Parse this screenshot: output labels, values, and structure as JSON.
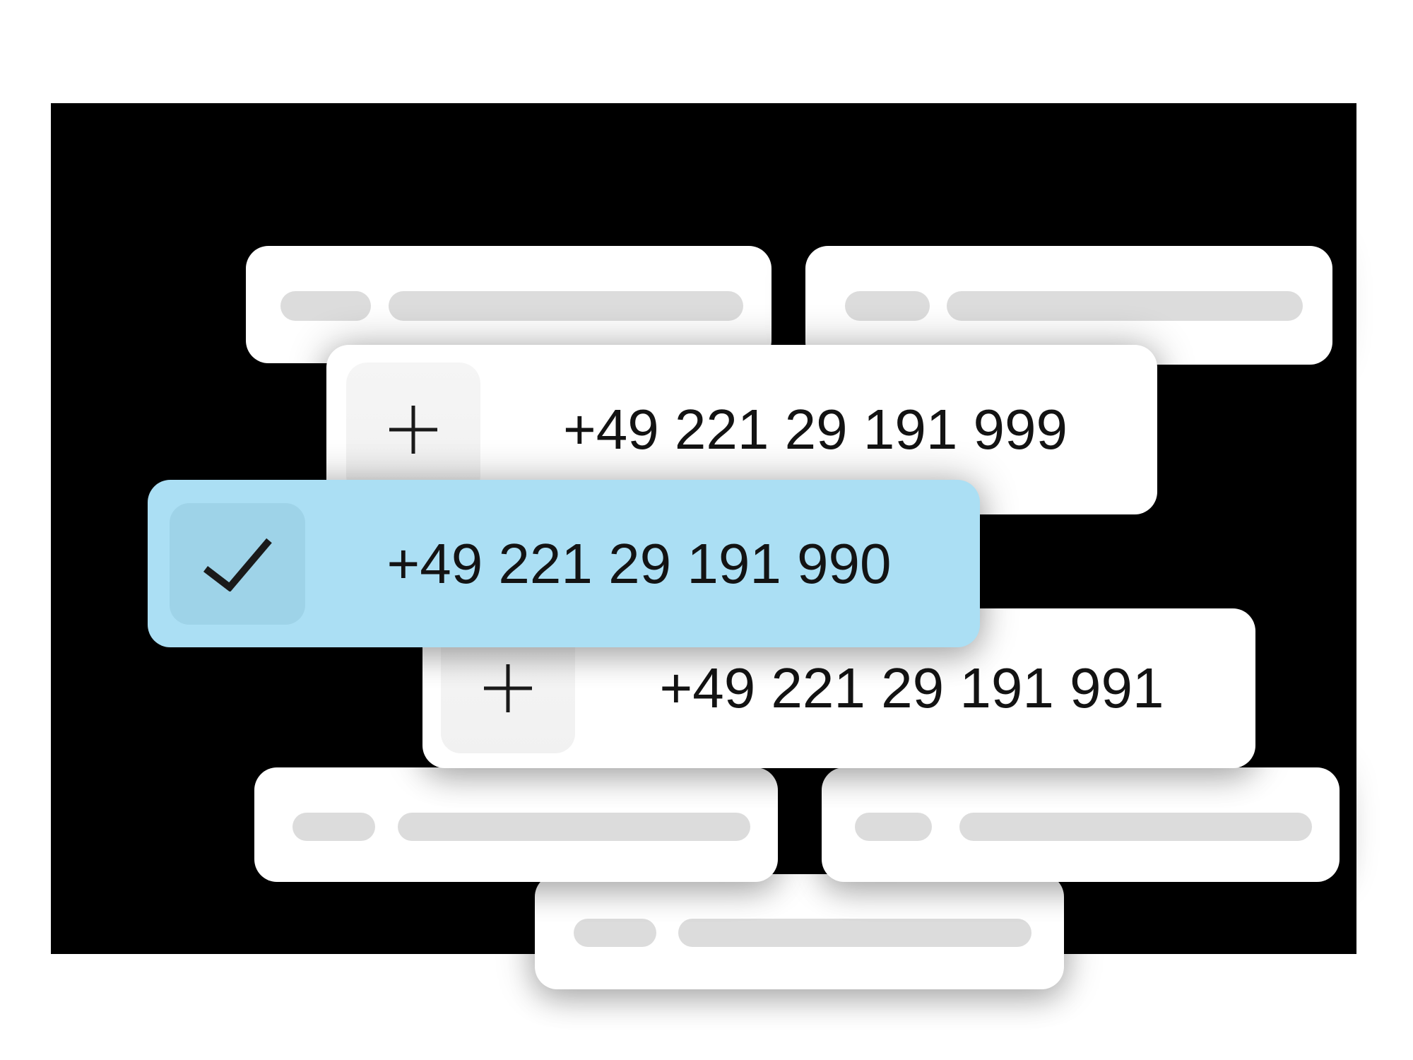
{
  "colors": {
    "page_bg": "#ffffff",
    "panel_bg": "#000000",
    "card_bg": "#ffffff",
    "pill": "#dcdcdc",
    "icon_tile_bg": "#f1f1f1",
    "selected_card_bg": "#abdff4",
    "selected_tile_bg": "#9ed3e8",
    "number_text": "#131313",
    "icon_stroke": "#1a1a1a"
  },
  "icons": {
    "plus-icon": "+",
    "check-icon": "✓"
  },
  "phone_options": [
    {
      "number": "+49 221 29 191 999",
      "selected": false,
      "icon": "plus-icon"
    },
    {
      "number": "+49 221 29 191 990",
      "selected": true,
      "icon": "check-icon"
    },
    {
      "number": "+49 221 29 191 991",
      "selected": false,
      "icon": "plus-icon"
    }
  ]
}
